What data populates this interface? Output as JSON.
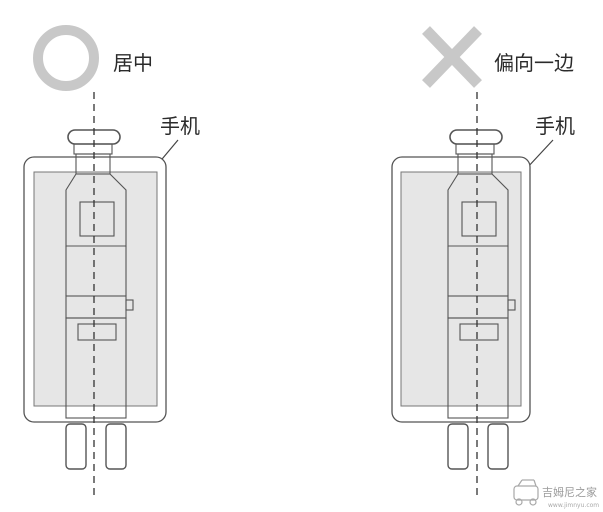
{
  "panels": [
    {
      "symbol": "circle",
      "caption": "居中",
      "phone_label": "手机"
    },
    {
      "symbol": "cross",
      "caption": "偏向一边",
      "phone_label": "手机"
    }
  ],
  "watermark": {
    "text": "吉姆尼之家",
    "url": "www.jimnyu.com"
  },
  "colors": {
    "symbol": "#c8c8c8",
    "outline": "#555555",
    "phone_fill": "#e6e6e6"
  }
}
